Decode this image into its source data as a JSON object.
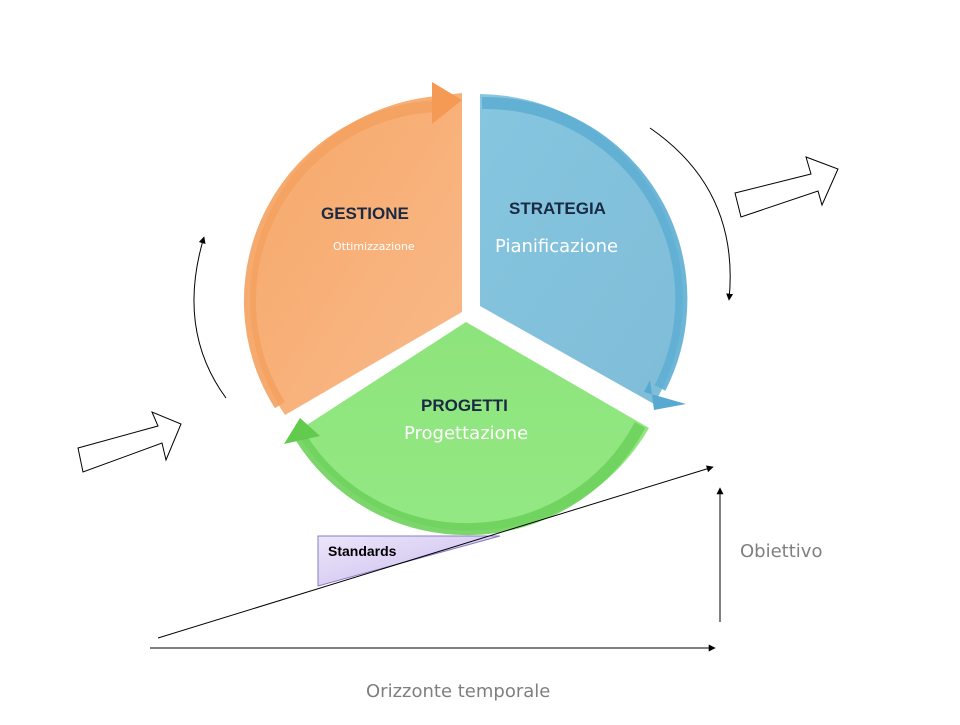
{
  "sections": {
    "gestione": {
      "title": "GESTIONE",
      "subtitle": "Ottimizzazione"
    },
    "strategia": {
      "title": "STRATEGIA",
      "subtitle": "Pianificazione"
    },
    "progetti": {
      "title": "PROGETTI",
      "subtitle": "Progettazione"
    }
  },
  "standards_label": "Standards",
  "axes": {
    "horizontal_label": "Orizzonte temporale",
    "vertical_label": "Obiettivo"
  },
  "colors": {
    "gestione": "#f9b27c",
    "strategia": "#86c5de",
    "progetti": "#8ee27b",
    "standards": "#d8cdf0"
  }
}
